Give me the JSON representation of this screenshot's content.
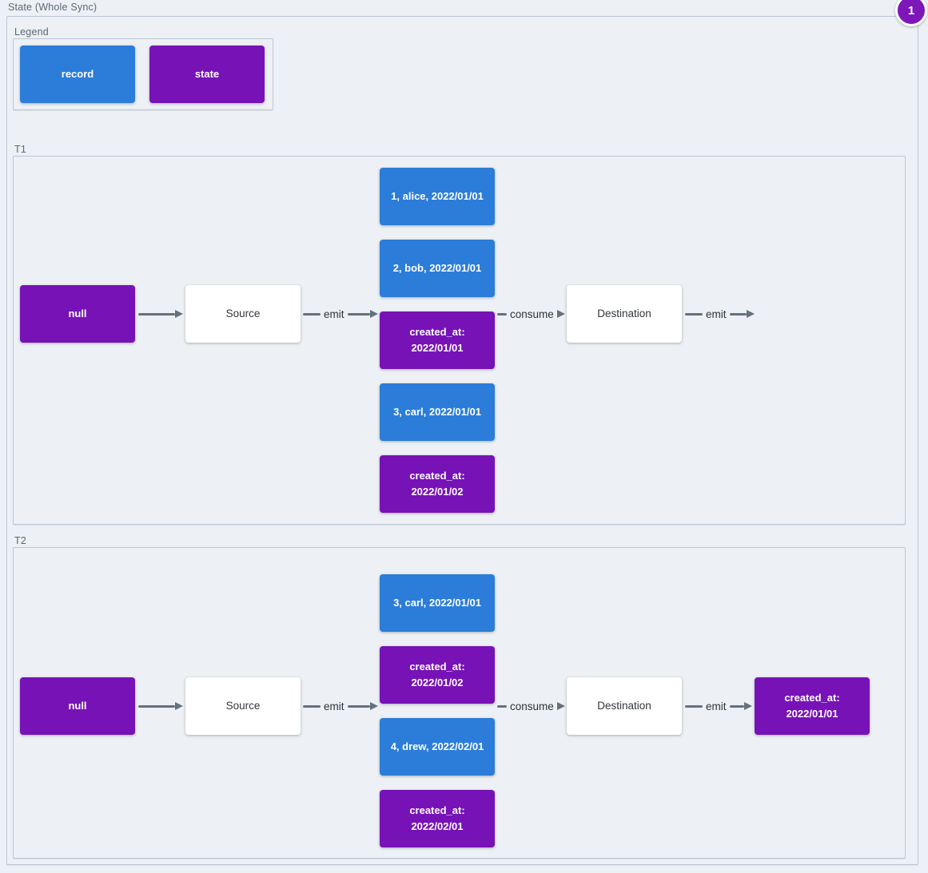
{
  "page": {
    "background_color": "#edf0f4",
    "border_color": "#bcc7d2",
    "record_color": "#2b7dd9",
    "state_color": "#7712b7",
    "arrow_color": "#64717e"
  },
  "badge": {
    "label": "1",
    "color": "#7d17b9"
  },
  "diagram": {
    "title": "State (Whole Sync)",
    "legend": {
      "label": "Legend",
      "items": [
        {
          "label": "record",
          "type": "record"
        },
        {
          "label": "state",
          "type": "state"
        }
      ]
    },
    "t1": {
      "label": "T1",
      "input_state": "null",
      "source": "Source",
      "emit_label": "emit",
      "records": [
        {
          "label": "1, alice, 2022/01/01",
          "type": "record"
        },
        {
          "label": "2, bob, 2022/01/01",
          "type": "record"
        },
        {
          "label": "created_at:\n2022/01/01",
          "type": "state"
        },
        {
          "label": "3, carl, 2022/01/01",
          "type": "record"
        },
        {
          "label": "created_at:\n2022/01/02",
          "type": "state"
        }
      ],
      "consume_label": "consume",
      "destination": "Destination",
      "emit_out_label": "emit"
    },
    "t2": {
      "label": "T2",
      "input_state": "null",
      "source": "Source",
      "emit_label": "emit",
      "records": [
        {
          "label": "3, carl, 2022/01/01",
          "type": "record"
        },
        {
          "label": "created_at:\n2022/01/02",
          "type": "state"
        },
        {
          "label": "4, drew, 2022/02/01",
          "type": "record"
        },
        {
          "label": "created_at:\n2022/02/01",
          "type": "state"
        }
      ],
      "consume_label": "consume",
      "destination": "Destination",
      "emit_out_label": "emit",
      "emitted_state": "created_at:\n2022/01/01"
    }
  }
}
